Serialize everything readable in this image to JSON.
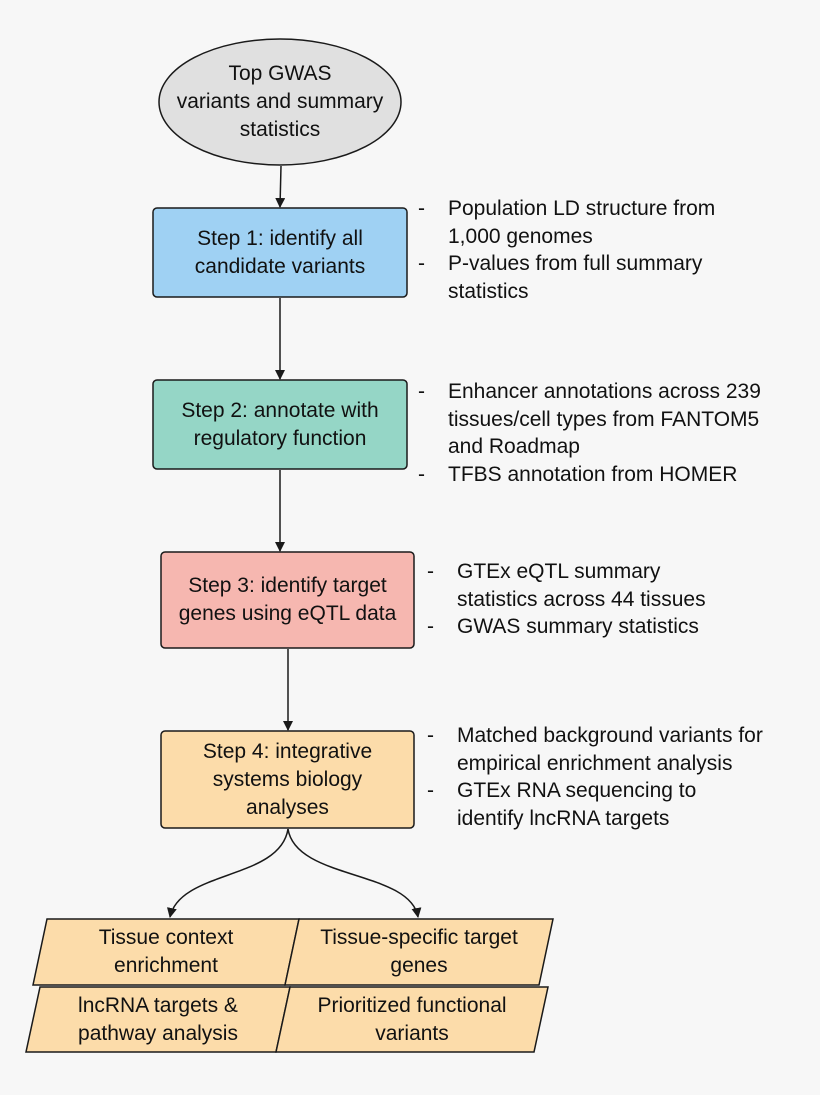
{
  "colors": {
    "background": "#f7f7f7",
    "start_ellipse": "#e0e0e0",
    "step1": "#9fd1f3",
    "step2": "#95d6c6",
    "step3": "#f6b7b0",
    "step4": "#fcdcaa",
    "outputs": "#fcdcaa",
    "stroke": "#1a1a1a"
  },
  "start": {
    "lines": [
      "Top GWAS",
      "variants and summary",
      "statistics"
    ]
  },
  "steps": [
    {
      "lines": [
        "Step 1: identify all",
        "candidate variants"
      ],
      "notes": [
        {
          "dash": "-",
          "lines": [
            "Population LD structure from",
            "1,000 genomes"
          ]
        },
        {
          "dash": "-",
          "lines": [
            "P-values from full summary",
            "statistics"
          ]
        }
      ]
    },
    {
      "lines": [
        "Step 2: annotate with",
        "regulatory function"
      ],
      "notes": [
        {
          "dash": "-",
          "lines": [
            "Enhancer annotations across 239",
            "tissues/cell types from FANTOM5",
            "and Roadmap"
          ]
        },
        {
          "dash": "-",
          "lines": [
            "TFBS annotation from HOMER"
          ]
        }
      ]
    },
    {
      "lines": [
        "Step 3: identify target",
        "genes using eQTL data"
      ],
      "notes": [
        {
          "dash": "-",
          "lines": [
            "GTEx eQTL summary",
            "statistics across 44 tissues"
          ]
        },
        {
          "dash": "-",
          "lines": [
            "GWAS summary statistics"
          ]
        }
      ]
    },
    {
      "lines": [
        "Step 4: integrative",
        "systems biology",
        "analyses"
      ],
      "notes": [
        {
          "dash": "-",
          "lines": [
            "Matched background variants for",
            "empirical enrichment analysis"
          ]
        },
        {
          "dash": "-",
          "lines": [
            "GTEx RNA sequencing to",
            "identify lncRNA targets"
          ]
        }
      ]
    }
  ],
  "outputs": [
    {
      "lines": [
        "Tissue context",
        "enrichment"
      ]
    },
    {
      "lines": [
        "Tissue-specific target",
        "genes"
      ]
    },
    {
      "lines": [
        "lncRNA targets &",
        "pathway analysis"
      ]
    },
    {
      "lines": [
        "Prioritized functional",
        "variants"
      ]
    }
  ]
}
